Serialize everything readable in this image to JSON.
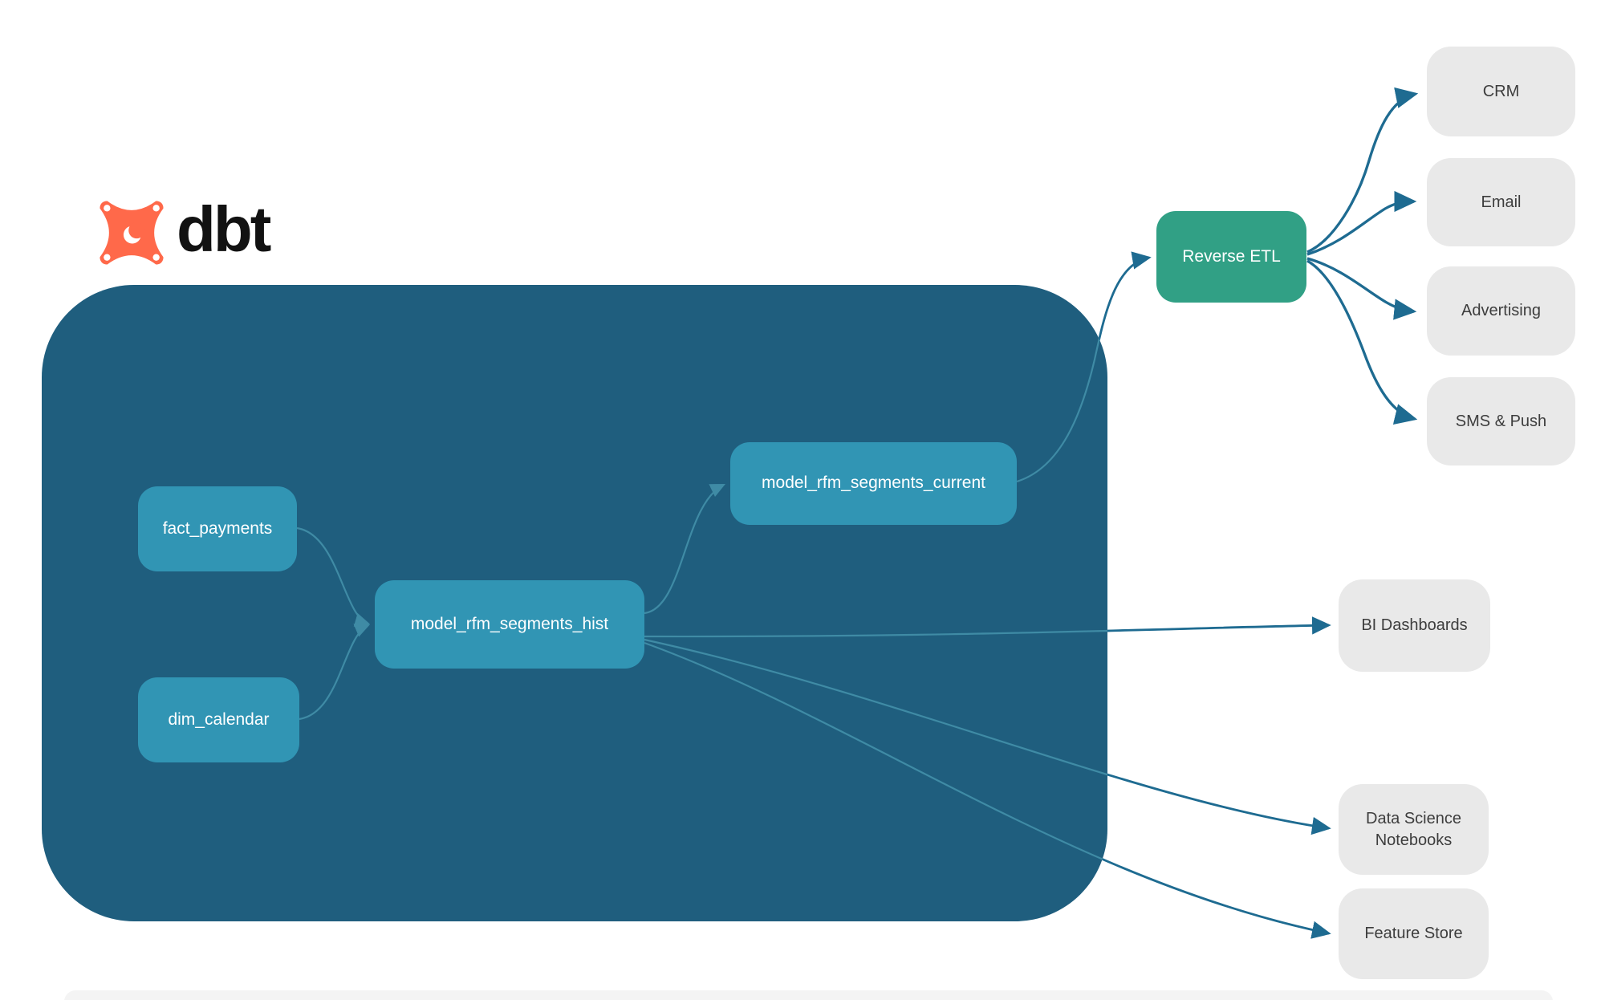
{
  "logo": {
    "brand": "dbt"
  },
  "nodes": {
    "fact_payments": {
      "label": "fact_payments",
      "type": "source-model"
    },
    "dim_calendar": {
      "label": "dim_calendar",
      "type": "source-model"
    },
    "model_rfm_segments_hist": {
      "label": "model_rfm_segments_hist",
      "type": "model"
    },
    "model_rfm_segments_current": {
      "label": "model_rfm_segments_current",
      "type": "model"
    },
    "reverse_etl": {
      "label": "Reverse ETL",
      "type": "process"
    },
    "crm": {
      "label": "CRM",
      "type": "destination"
    },
    "email": {
      "label": "Email",
      "type": "destination"
    },
    "advertising": {
      "label": "Advertising",
      "type": "destination"
    },
    "sms_push": {
      "label": "SMS & Push",
      "type": "destination"
    },
    "bi_dashboards": {
      "label": "BI Dashboards",
      "type": "destination"
    },
    "data_science_notebooks": {
      "label": "Data Science Notebooks",
      "type": "destination"
    },
    "feature_store": {
      "label": "Feature Store",
      "type": "destination"
    }
  },
  "edges": [
    {
      "from": "fact_payments",
      "to": "model_rfm_segments_hist"
    },
    {
      "from": "dim_calendar",
      "to": "model_rfm_segments_hist"
    },
    {
      "from": "model_rfm_segments_hist",
      "to": "model_rfm_segments_current"
    },
    {
      "from": "model_rfm_segments_current",
      "to": "reverse_etl"
    },
    {
      "from": "model_rfm_segments_hist",
      "to": "bi_dashboards"
    },
    {
      "from": "model_rfm_segments_hist",
      "to": "data_science_notebooks"
    },
    {
      "from": "model_rfm_segments_hist",
      "to": "feature_store"
    },
    {
      "from": "reverse_etl",
      "to": "crm"
    },
    {
      "from": "reverse_etl",
      "to": "email"
    },
    {
      "from": "reverse_etl",
      "to": "advertising"
    },
    {
      "from": "reverse_etl",
      "to": "sms_push"
    }
  ],
  "colors": {
    "warehouse_container": "#1f5e7e",
    "model_node": "#3195b4",
    "reverse_etl_node": "#31a085",
    "destination_node": "#e9e9e9",
    "arrow_outer": "#1e6b91",
    "arrow_inner": "#3f8ba5",
    "brand_orange": "#ff694a",
    "logo_text": "#121212"
  }
}
